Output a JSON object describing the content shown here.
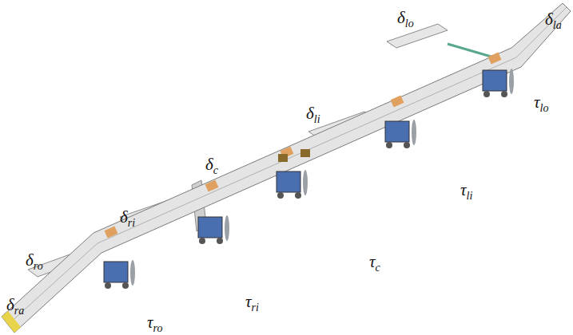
{
  "diagram": {
    "labels": [
      "δla",
      "δlo",
      "δli",
      "δc",
      "τlo",
      "τli",
      "δri",
      "τc",
      "δro",
      "τri",
      "δra",
      "τro"
    ]
  }
}
